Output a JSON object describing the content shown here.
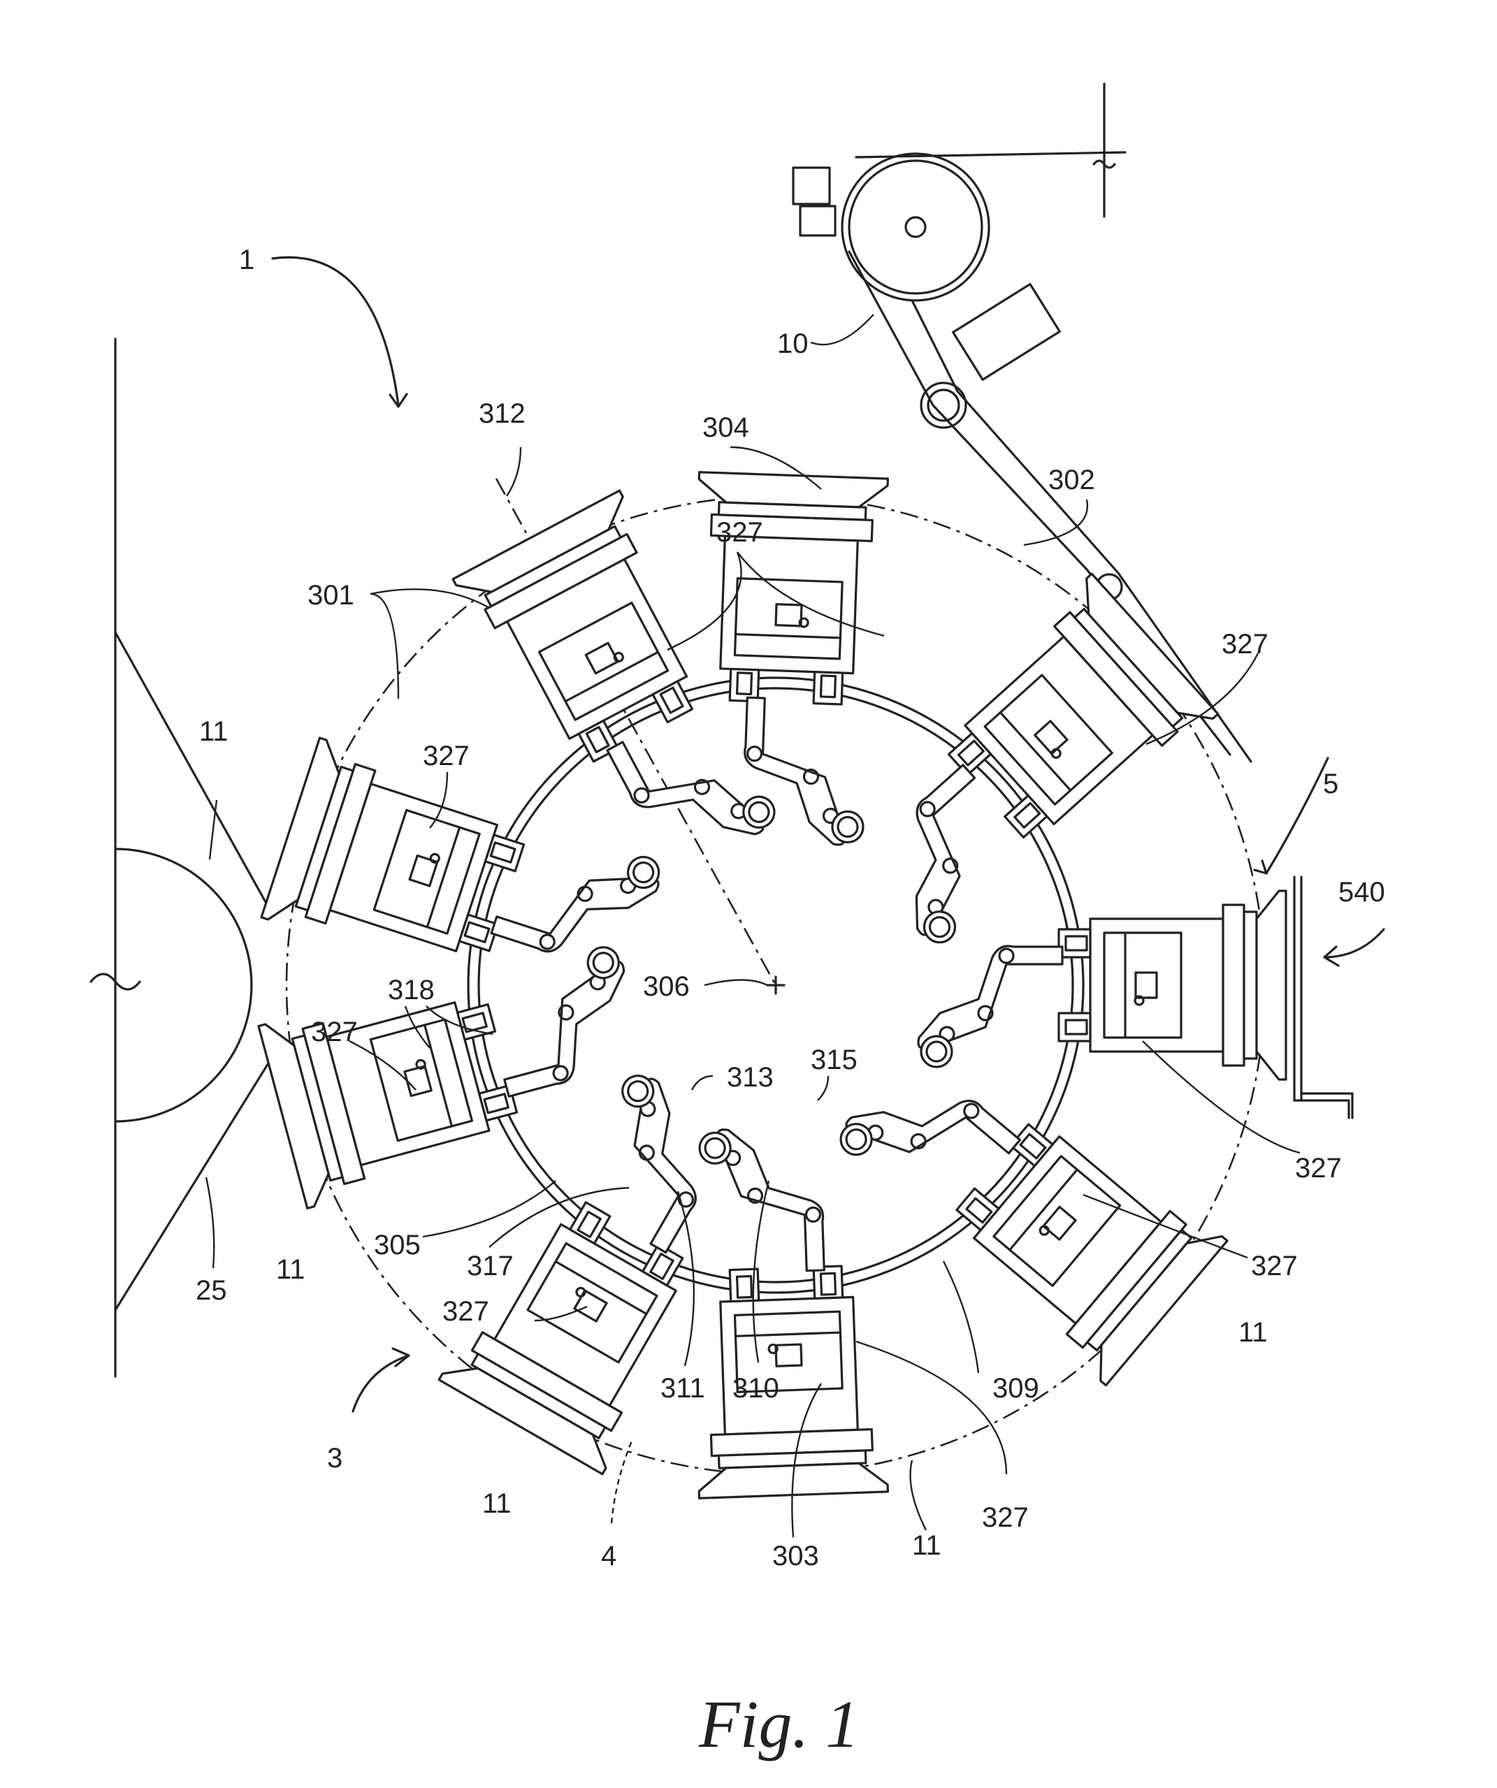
{
  "figure": {
    "caption": "Fig. 1"
  },
  "labels": {
    "l1": "1",
    "l3": "3",
    "l4": "4",
    "l5": "5",
    "l10": "10",
    "l11a": "11",
    "l11b": "11",
    "l11c": "11",
    "l11d": "11",
    "l11e": "11",
    "l25": "25",
    "l301": "301",
    "l302": "302",
    "l303": "303",
    "l304": "304",
    "l305": "305",
    "l306": "306",
    "l309": "309",
    "l310": "310",
    "l311": "311",
    "l312": "312",
    "l313": "313",
    "l315": "315",
    "l317": "317",
    "l318": "318",
    "l327a": "327",
    "l327b": "327",
    "l327c": "327",
    "l327d": "327",
    "l327e": "327",
    "l327f": "327",
    "l327g": "327",
    "l327h": "327",
    "l540": "540"
  }
}
